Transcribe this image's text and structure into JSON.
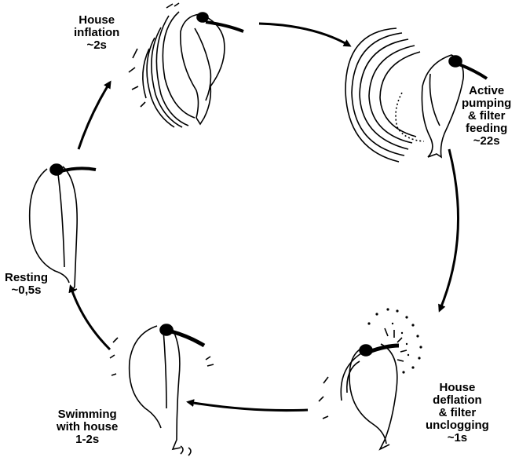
{
  "diagram": {
    "stages": [
      {
        "id": "house-inflation",
        "lines": [
          "House",
          "inflation",
          "~2s"
        ]
      },
      {
        "id": "active-pumping",
        "lines": [
          "Active",
          "pumping",
          "& filter",
          "feeding",
          "~22s"
        ]
      },
      {
        "id": "house-deflation",
        "lines": [
          "House",
          "deflation",
          "& filter",
          "unclogging",
          "~1s"
        ]
      },
      {
        "id": "swimming",
        "lines": [
          "Swimming",
          "with house",
          "1-2s"
        ]
      },
      {
        "id": "resting",
        "lines": [
          "Resting",
          "~0,5s"
        ]
      }
    ],
    "colors": {
      "ink": "#000000",
      "paper": "#ffffff"
    },
    "arrow_direction": "clockwise"
  }
}
